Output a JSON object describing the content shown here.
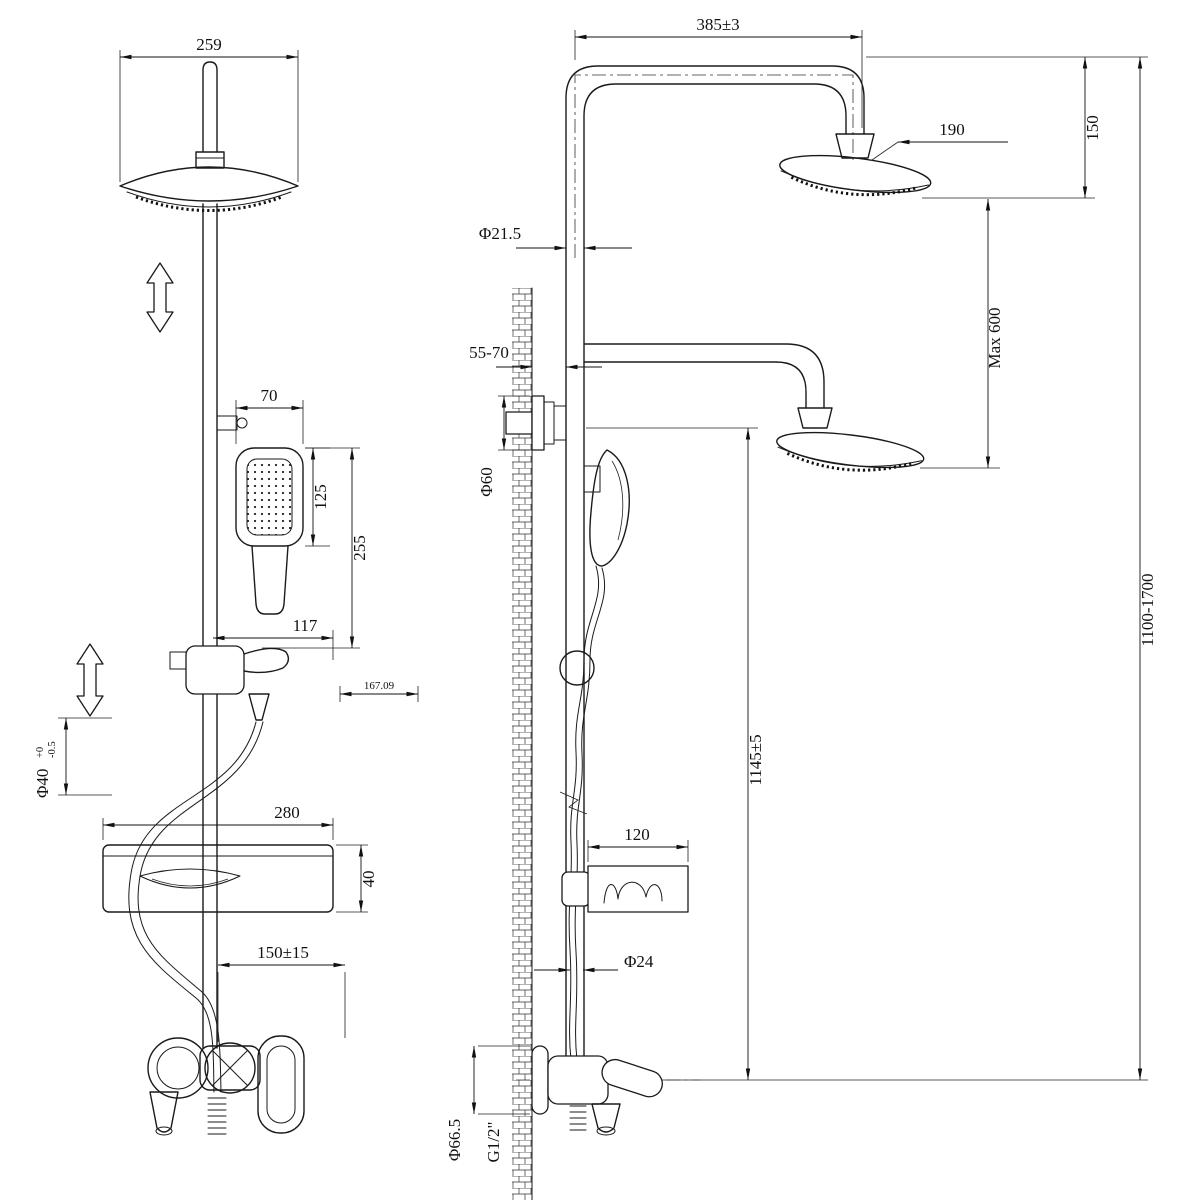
{
  "front_view": {
    "head_width": "259",
    "hand_width": "70",
    "hand_face": "125",
    "hand_length": "255",
    "bracket_offset": "117",
    "bracket_detail": "167.09",
    "column_dia": "Φ40",
    "column_dia_tol_upper": "+0",
    "column_dia_tol_lower": "-0.5",
    "shelf_width": "280",
    "shelf_thickness": "40",
    "inlet_spacing": "150±15"
  },
  "side_view": {
    "arm_reach": "385±3",
    "head_dia": "190",
    "head_drop": "150",
    "riser_dia": "Φ21.5",
    "wall_clearance": "55-70",
    "max_drop": "Max 600",
    "flange_dia": "Φ60",
    "height_range": "1100-1700",
    "hose_drop": "1145±5",
    "dish_width": "120",
    "hose_dia": "Φ24",
    "escutcheon_dia": "Φ66.5",
    "thread": "G1/2\""
  }
}
